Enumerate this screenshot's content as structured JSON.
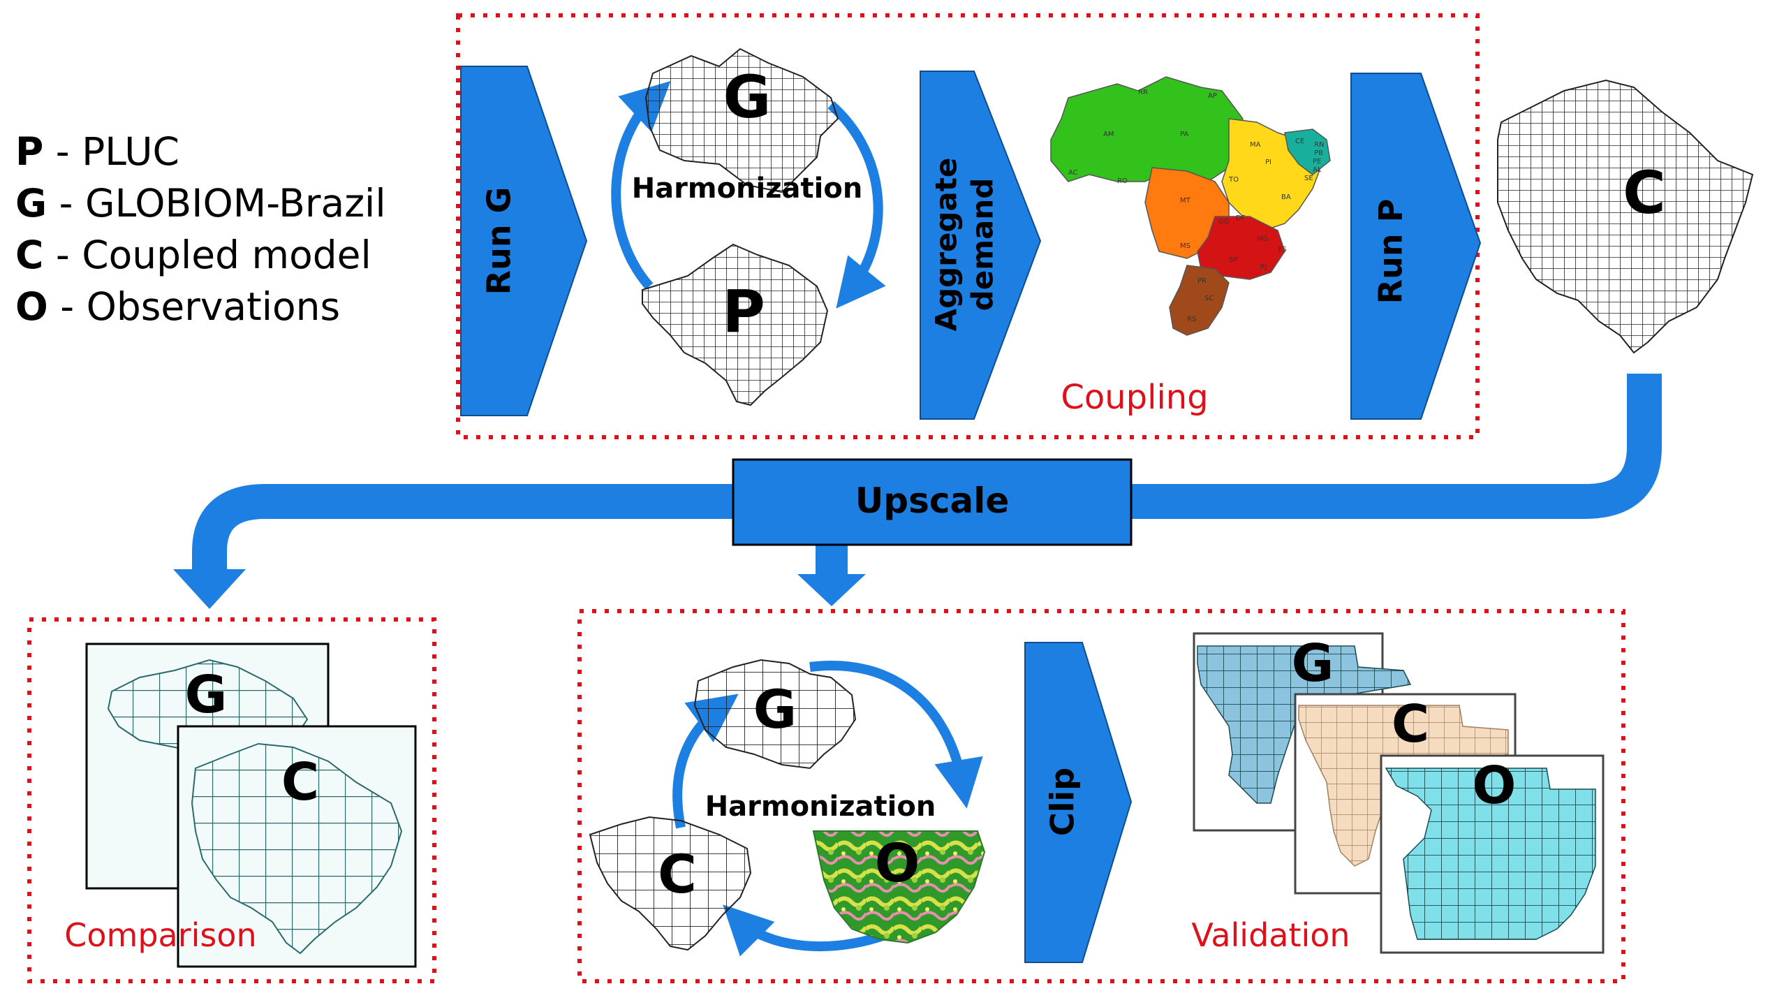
{
  "legend": [
    {
      "key": "P",
      "text": "PLUC"
    },
    {
      "key": "G",
      "text": "GLOBIOM-Brazil"
    },
    {
      "key": "C",
      "text": "Coupled model"
    },
    {
      "key": "O",
      "text": "Observations"
    }
  ],
  "sep": " - ",
  "chevrons": {
    "run_g": "Run G",
    "aggregate_l1": "Aggregate",
    "aggregate_l2": "demand",
    "run_p": "Run P",
    "clip": "Clip"
  },
  "upscale": "Upscale",
  "harmonization_top": "Harmonization",
  "harmonization_bottom": "Harmonization",
  "section_labels": {
    "coupling": "Coupling",
    "comparison": "Comparison",
    "validation": "Validation"
  },
  "map_letters": {
    "top_g": "G",
    "top_p": "P",
    "top_c": "C",
    "cmp_g": "G",
    "cmp_c": "C",
    "val_g_map": "G",
    "val_c_map": "C",
    "val_o_map": "O",
    "panel_g": "G",
    "panel_c": "C",
    "panel_o": "O"
  },
  "state_labels": [
    "RR",
    "AP",
    "AM",
    "PA",
    "MA",
    "CE",
    "RN",
    "PB",
    "PE",
    "AL",
    "SE",
    "PI",
    "AC",
    "RO",
    "TO",
    "BA",
    "MT",
    "GO",
    "DF",
    "MG",
    "ES",
    "MS",
    "SP",
    "RJ",
    "PR",
    "SC",
    "RS"
  ],
  "colors": {
    "blue": "#1e7fe3",
    "red": "#e0101a",
    "green": "#33c21c",
    "orange": "#ff7a0f",
    "yellow": "#ffd81a",
    "teal": "#18b09c",
    "darkred": "#d41414",
    "brown": "#a04a1c",
    "panel_g_fill": "#8cc4e0",
    "panel_c_fill": "#f5dcc0",
    "panel_o_fill": "#7fe0ea"
  }
}
